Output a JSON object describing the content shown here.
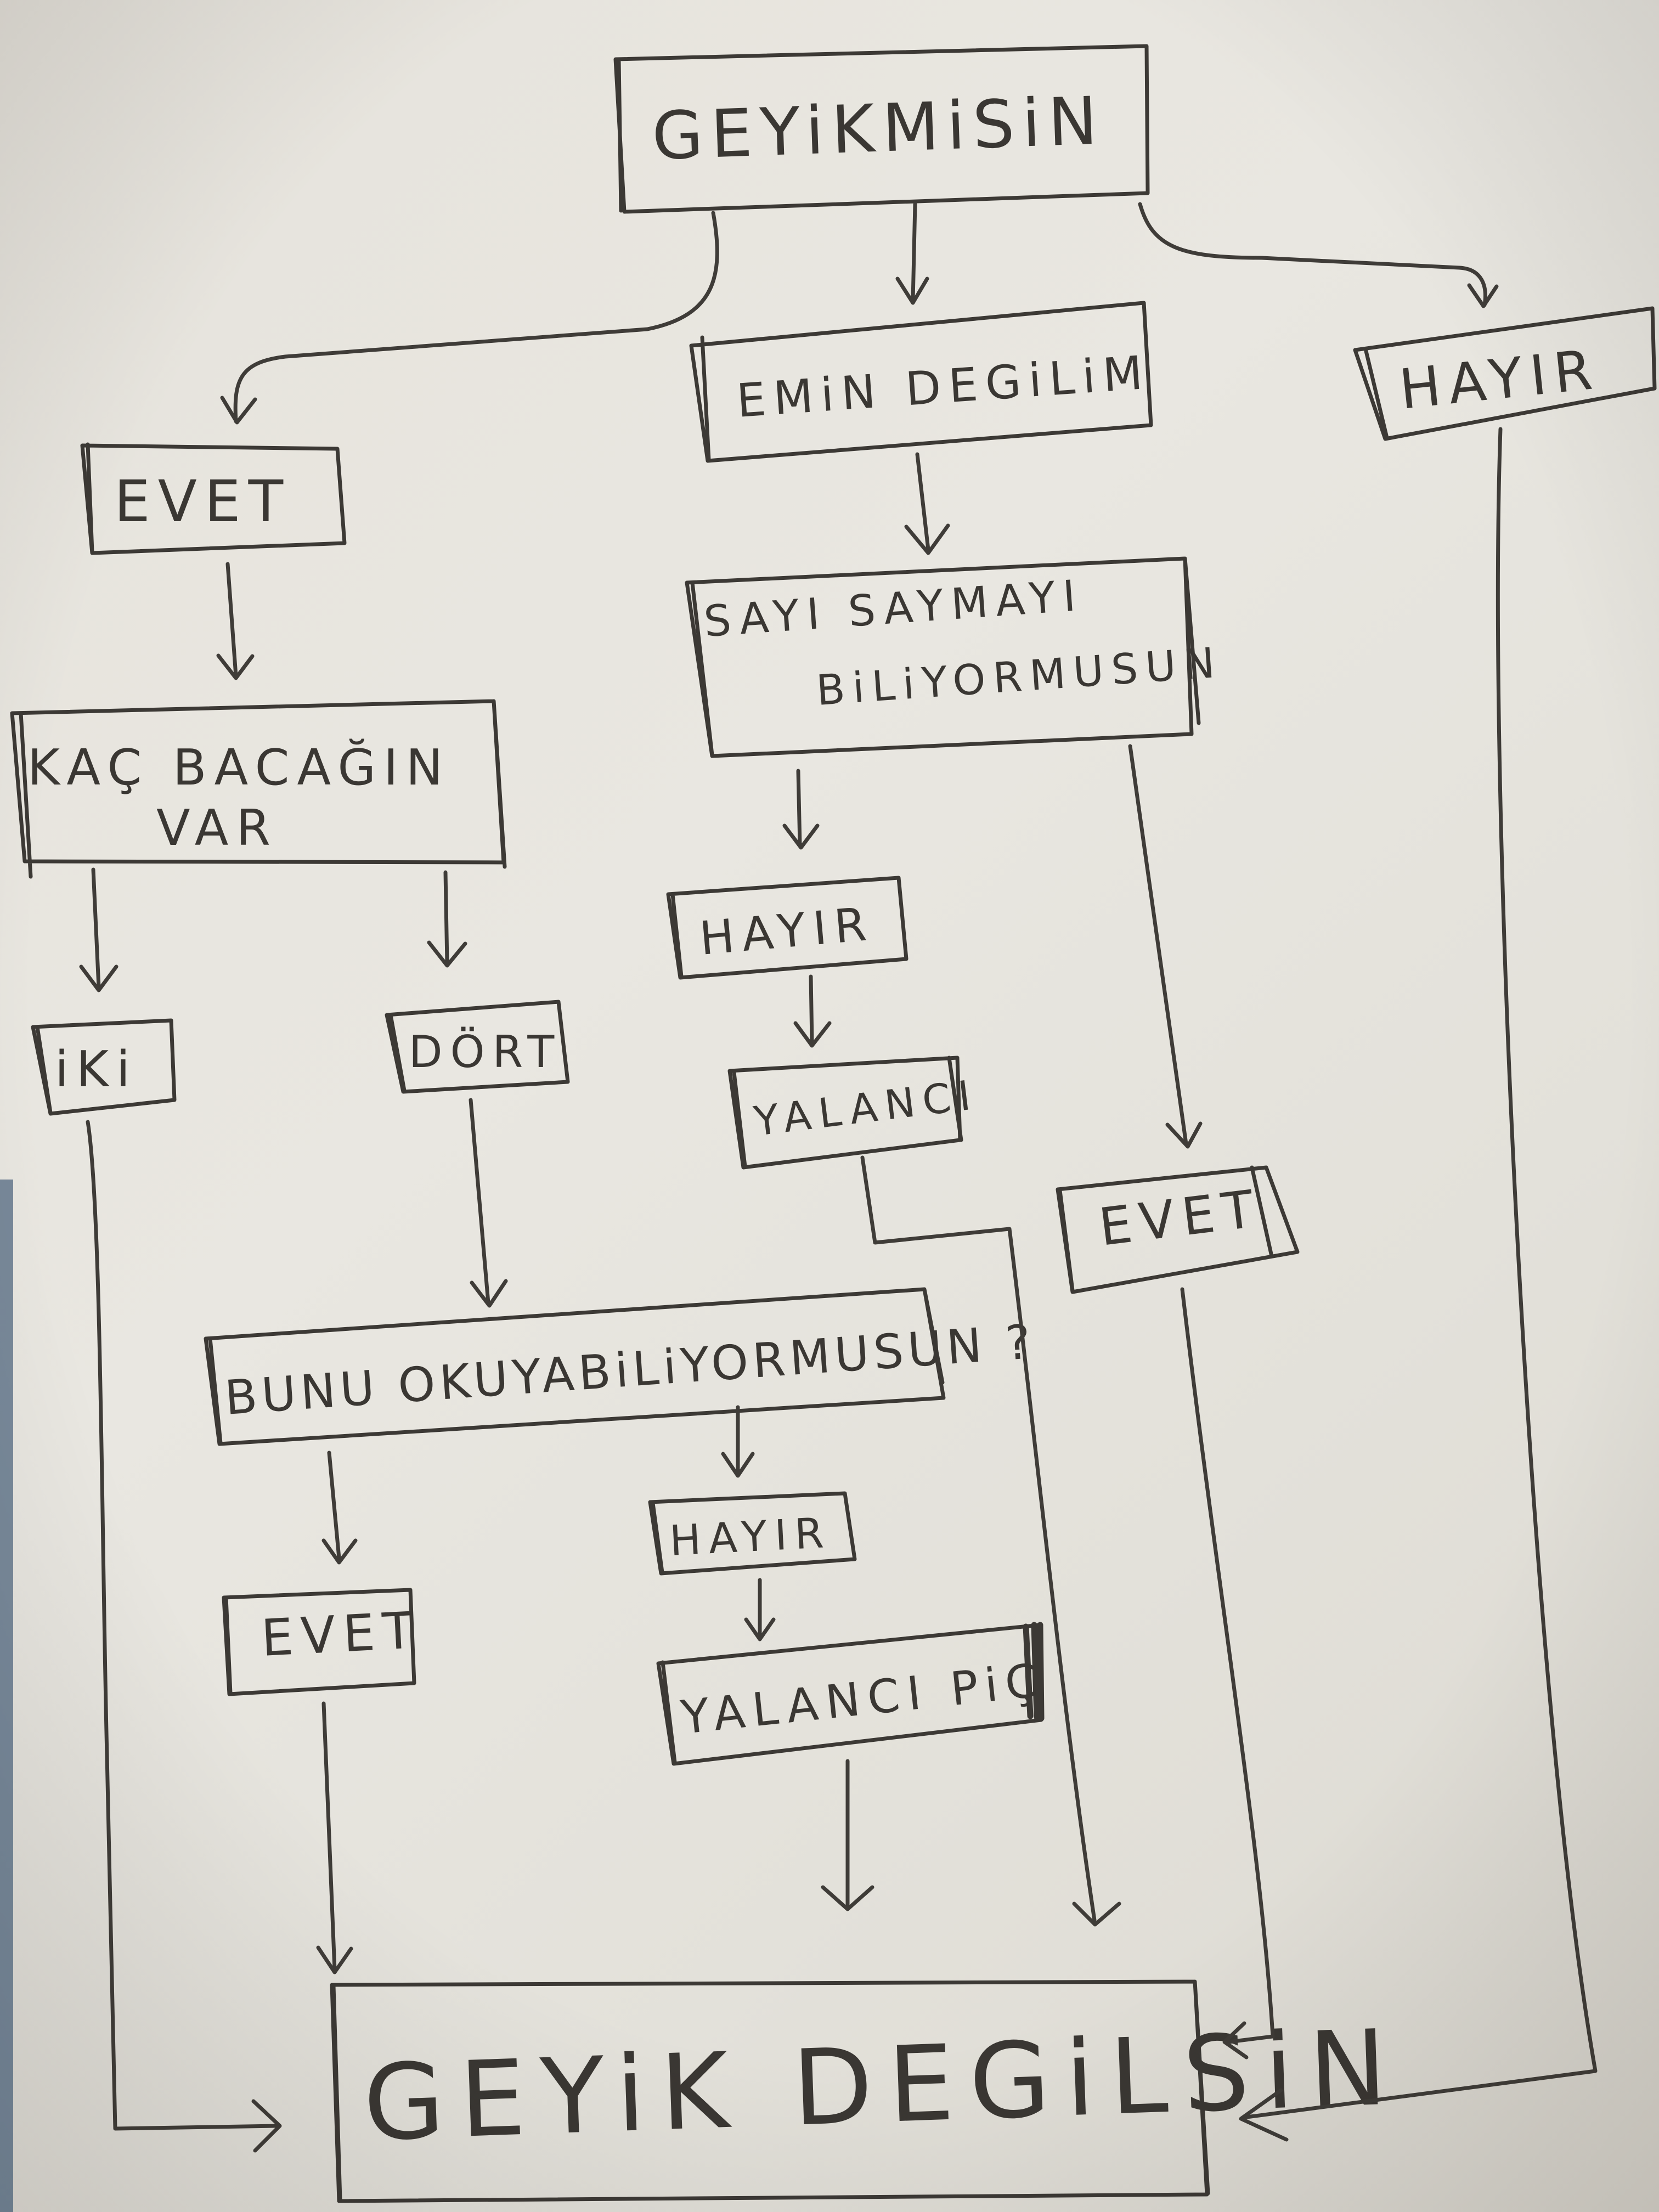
{
  "nodes": {
    "geyikmisin": "GEYiKMiSiN",
    "emin_degilim": "EMiN DEGiLiM",
    "hayir_top": "HAYIR",
    "evet_top": "EVET",
    "sayi_line1": "SAYI SAYMAYI",
    "sayi_line2": "BiLiYORMUSUN",
    "kac_line1": "KAÇ BACAĞIN",
    "kac_line2": "VAR",
    "hayir_mid": "HAYIR",
    "yalanci": "YALANCI",
    "evet_mid": "EVET",
    "iki": "iKi",
    "dort": "DÖRT",
    "bunu": "BUNU OKUYABiLiYORMUSUN ?",
    "evet_low": "EVET",
    "hayir_low": "HAYIR",
    "yalanci_pic": "YALANCI PiÇ",
    "geyik_degilsin": "GEYiK DEGiLSiN"
  },
  "edges": [
    [
      "geyikmisin",
      "evet_top"
    ],
    [
      "geyikmisin",
      "emin_degilim"
    ],
    [
      "geyikmisin",
      "hayir_top"
    ],
    [
      "evet_top",
      "kac"
    ],
    [
      "kac",
      "iki"
    ],
    [
      "kac",
      "dort"
    ],
    [
      "iki",
      "geyik_degilsin"
    ],
    [
      "dort",
      "bunu"
    ],
    [
      "bunu",
      "evet_low"
    ],
    [
      "bunu",
      "hayir_low"
    ],
    [
      "evet_low",
      "geyik_degilsin"
    ],
    [
      "hayir_low",
      "yalanci_pic"
    ],
    [
      "yalanci_pic",
      "geyik_degilsin"
    ],
    [
      "emin_degilim",
      "sayi"
    ],
    [
      "sayi",
      "hayir_mid"
    ],
    [
      "sayi",
      "evet_mid"
    ],
    [
      "hayir_mid",
      "yalanci"
    ],
    [
      "yalanci",
      "geyik_degilsin"
    ],
    [
      "evet_mid",
      "geyik_degilsin"
    ],
    [
      "hayir_top",
      "geyik_degilsin"
    ]
  ],
  "colors": {
    "pencil": "#3c3935",
    "paper": "#e6e3dc"
  }
}
